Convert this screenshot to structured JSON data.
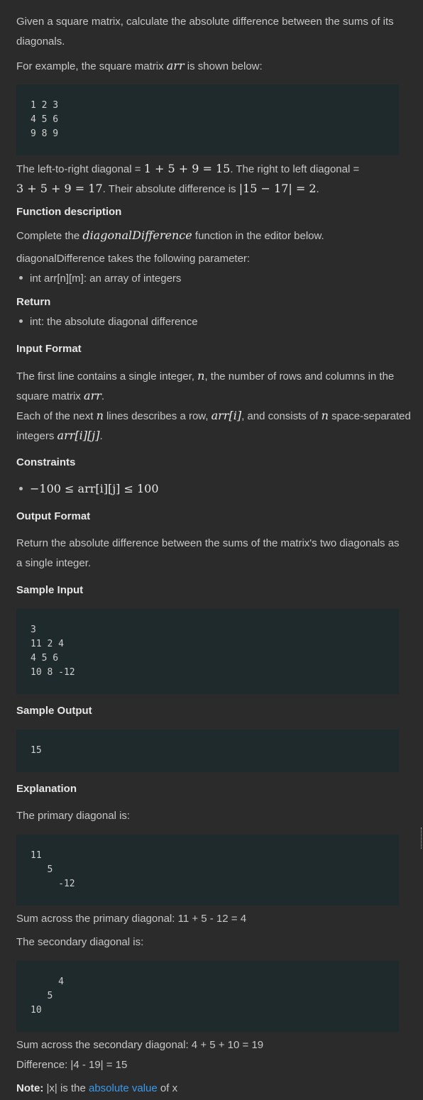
{
  "intro": {
    "line1": "Given a square matrix, calculate the absolute difference between the sums of its",
    "line2": "diagonals.",
    "example_pre": "For example, the square matrix ",
    "example_var": "arr",
    "example_post": " is shown below:"
  },
  "matrix_example": "1 2 3\n4 5 6\n9 8 9",
  "diag_text": {
    "a": "The left-to-right diagonal = ",
    "a_math": "1 + 5 + 9 = 15",
    "b": ". The right to left diagonal =",
    "c_math": "3 + 5 + 9 = 17",
    "d": ". Their absolute difference is ",
    "e_math": "|15 − 17| = 2",
    "f": "."
  },
  "function_description": {
    "heading": "Function description",
    "line_pre": "Complete the ",
    "fn_name": "diagonalDifference",
    "line_post": " function in the editor below.",
    "param_line": "diagonalDifference takes the following parameter:",
    "param_item": "int arr[n][m]: an array of integers"
  },
  "return_section": {
    "heading": "Return",
    "item": "int: the absolute diagonal difference"
  },
  "input_format": {
    "heading": "Input Format",
    "l1_pre": "The first line contains a single integer, ",
    "l1_var": "n",
    "l1_post": ", the number of rows and columns in the",
    "l2_pre": "square matrix ",
    "l2_var": "arr",
    "l2_post": ".",
    "l3_pre": "Each of the next ",
    "l3_var": "n",
    "l3_mid": " lines describes a row, ",
    "l3_var2": "arr[i]",
    "l3_mid2": ", and consists of ",
    "l3_var3": "n",
    "l3_post": " space-separated",
    "l4_pre": "integers ",
    "l4_var": "arr[i][j]",
    "l4_post": "."
  },
  "constraints": {
    "heading": "Constraints",
    "item": "−100 ≤ arr[i][j] ≤ 100"
  },
  "output_format": {
    "heading": "Output Format",
    "l1": "Return the absolute difference between the sums of the matrix's two diagonals as",
    "l2": "a single integer."
  },
  "sample_input": {
    "heading": "Sample Input",
    "code": "3\n11 2 4\n4 5 6\n10 8 -12"
  },
  "sample_output": {
    "heading": "Sample Output",
    "code": "15"
  },
  "explanation": {
    "heading": "Explanation",
    "primary_intro": "The primary diagonal is:",
    "primary_code": "11\n   5\n     -12",
    "primary_sum": "Sum across the primary diagonal: 11 + 5 - 12 = 4",
    "secondary_intro": "The secondary diagonal is:",
    "secondary_code": "     4\n   5\n10",
    "secondary_sum": "Sum across the secondary diagonal: 4 + 5 + 10 = 19",
    "difference": "Difference: |4 - 19| = 15"
  },
  "note": {
    "label": "Note:",
    "pre": " |x| is the ",
    "link": "absolute value",
    "post": " of x"
  }
}
